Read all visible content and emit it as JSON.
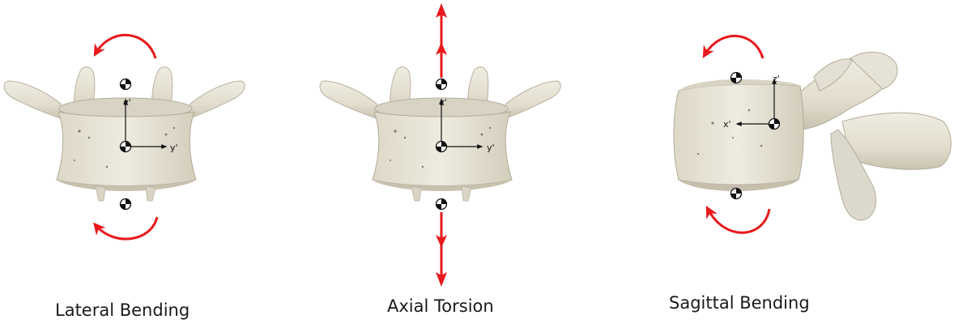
{
  "panels": [
    {
      "id": "lateral",
      "caption": "Lateral Bending"
    },
    {
      "id": "axial",
      "caption": "Axial Torsion"
    },
    {
      "id": "sagittal",
      "caption": "Sagittal Bending"
    }
  ],
  "axis_labels": {
    "y": "y'",
    "z": "z'",
    "x": "x'"
  },
  "colors": {
    "arrow": "#e8191c",
    "bone": "#e4e0d2",
    "bone_shadow": "#b9b3a0",
    "axis": "#111111"
  }
}
